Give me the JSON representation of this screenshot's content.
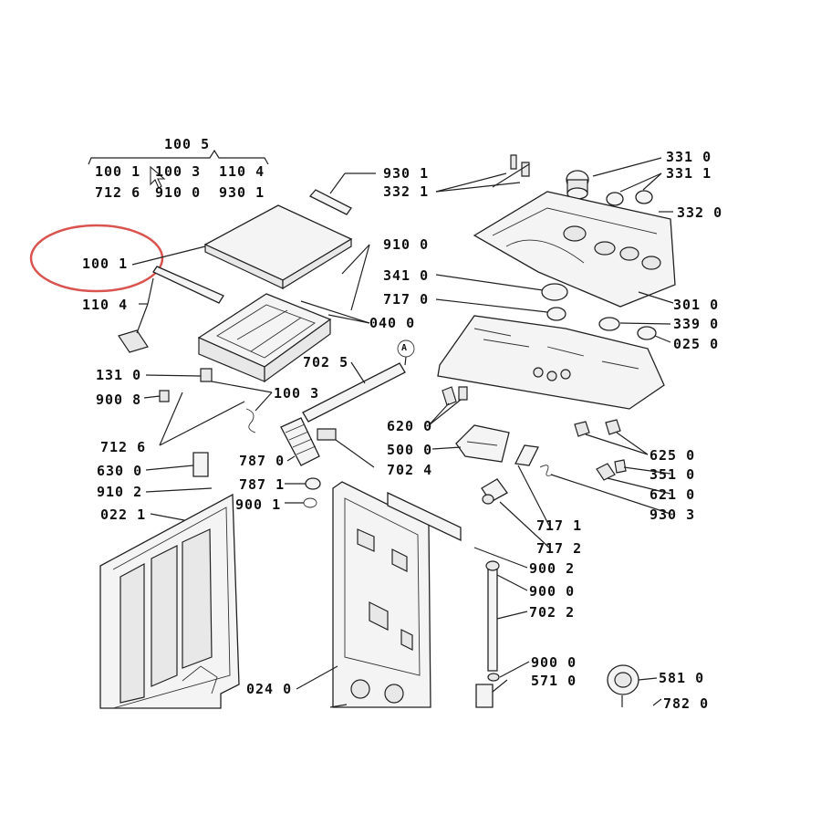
{
  "group_header": "100 5",
  "group_rows": [
    [
      "100 1",
      "100 3",
      "110 4"
    ],
    [
      "712 6",
      "910 0",
      "930 1"
    ]
  ],
  "highlight": {
    "label": "100 1",
    "color": "#d9534f"
  },
  "callout_letter": "A",
  "labels": {
    "l9301": "930 1",
    "l3321": "332 1",
    "l3310": "331 0",
    "l3311": "331 1",
    "l3320": "332 0",
    "l9100": "910 0",
    "l3410": "341 0",
    "l7170": "717 0",
    "l3010": "301 0",
    "l1104": "110 4",
    "l0400": "040 0",
    "l3390": "339 0",
    "l0250": "025 0",
    "l7025": "702 5",
    "l1310": "131 0",
    "l9008": "900 8",
    "l1003": "100 3",
    "l6200": "620 0",
    "l7126": "712 6",
    "l5000": "500 0",
    "l6250": "625 0",
    "l7870a": "787 0",
    "l7024": "702 4",
    "l3510": "351 0",
    "l6300": "630 0",
    "l7871": "787 1",
    "l6210": "621 0",
    "l9102": "910 2",
    "l9001": "900 1",
    "l9303": "930 3",
    "l0221": "022 1",
    "l7171": "717 1",
    "l7172": "717 2",
    "l9002": "900 2",
    "l9000a": "900 0",
    "l7022": "702 2",
    "l9000b": "900 0",
    "l5710": "571 0",
    "l5810": "581 0",
    "l0240": "024 0",
    "l7820": "782 0"
  }
}
